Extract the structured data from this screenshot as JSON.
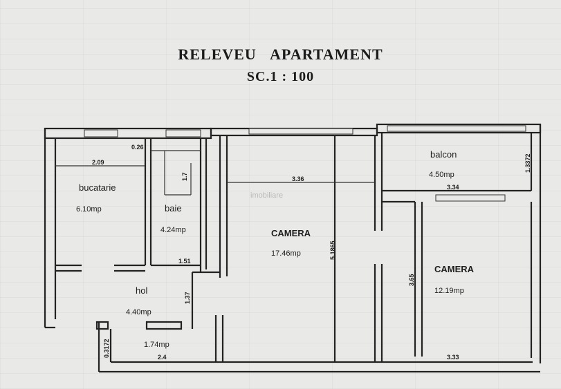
{
  "title": {
    "line1": "RELEVEU APARTAMENT",
    "line2": "SC.1 : 100"
  },
  "rooms": {
    "bucatarie": {
      "name": "bucatarie",
      "area": "6.10mp"
    },
    "baie": {
      "name": "baie",
      "area": "4.24mp"
    },
    "hol": {
      "name": "hol",
      "area": "4.40mp"
    },
    "entry": {
      "area": "1.74mp"
    },
    "camera1": {
      "name": "CAMERA",
      "area": "17.46mp"
    },
    "balcon": {
      "name": "balcon",
      "area": "4.50mp"
    },
    "camera2": {
      "name": "CAMERA",
      "area": "12.19mp"
    }
  },
  "dimensions": {
    "bucatarie_width": "2.09",
    "kitchen_niche": "0.26",
    "bath_side": "1.7",
    "bath_bottom": "1.51",
    "hol_side": "1.37",
    "entry_width": "2.4",
    "entry_depth": "0.3172",
    "camera1_width": "3.36",
    "camera1_depth": "5.1865",
    "balcon_depth": "1.3372",
    "balcon_width": "3.34",
    "camera2_depth": "3.65",
    "camera2_width": "3.33"
  },
  "watermark": "imobiliare"
}
